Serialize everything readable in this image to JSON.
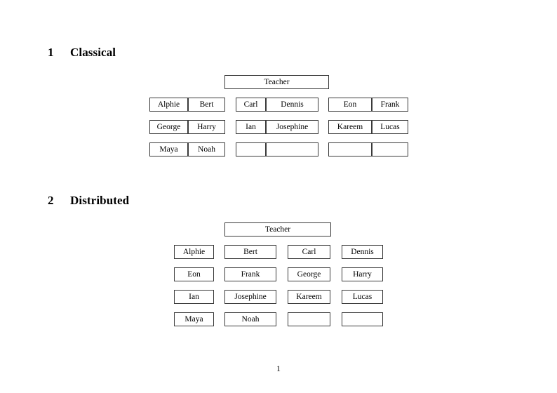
{
  "document": {
    "page_number": "1",
    "border_color": "#3a3a3a"
  },
  "sections": [
    {
      "number": "1",
      "title": "Classical",
      "teacher_label": "Teacher",
      "layout": "grouped-pairs",
      "groups": [
        {
          "rows": [
            [
              "Alphie",
              "Bert"
            ],
            [
              "George",
              "Harry"
            ],
            [
              "Maya",
              "Noah"
            ]
          ]
        },
        {
          "rows": [
            [
              "Carl",
              "Dennis"
            ],
            [
              "Ian",
              "Josephine"
            ],
            [
              "",
              ""
            ]
          ]
        },
        {
          "rows": [
            [
              "Eon",
              "Frank"
            ],
            [
              "Kareem",
              "Lucas"
            ],
            [
              "",
              ""
            ]
          ]
        }
      ]
    },
    {
      "number": "2",
      "title": "Distributed",
      "teacher_label": "Teacher",
      "layout": "flat-grid",
      "rows": [
        [
          "Alphie",
          "Bert",
          "Carl",
          "Dennis"
        ],
        [
          "Eon",
          "Frank",
          "George",
          "Harry"
        ],
        [
          "Ian",
          "Josephine",
          "Kareem",
          "Lucas"
        ],
        [
          "Maya",
          "Noah",
          "",
          ""
        ]
      ]
    }
  ]
}
